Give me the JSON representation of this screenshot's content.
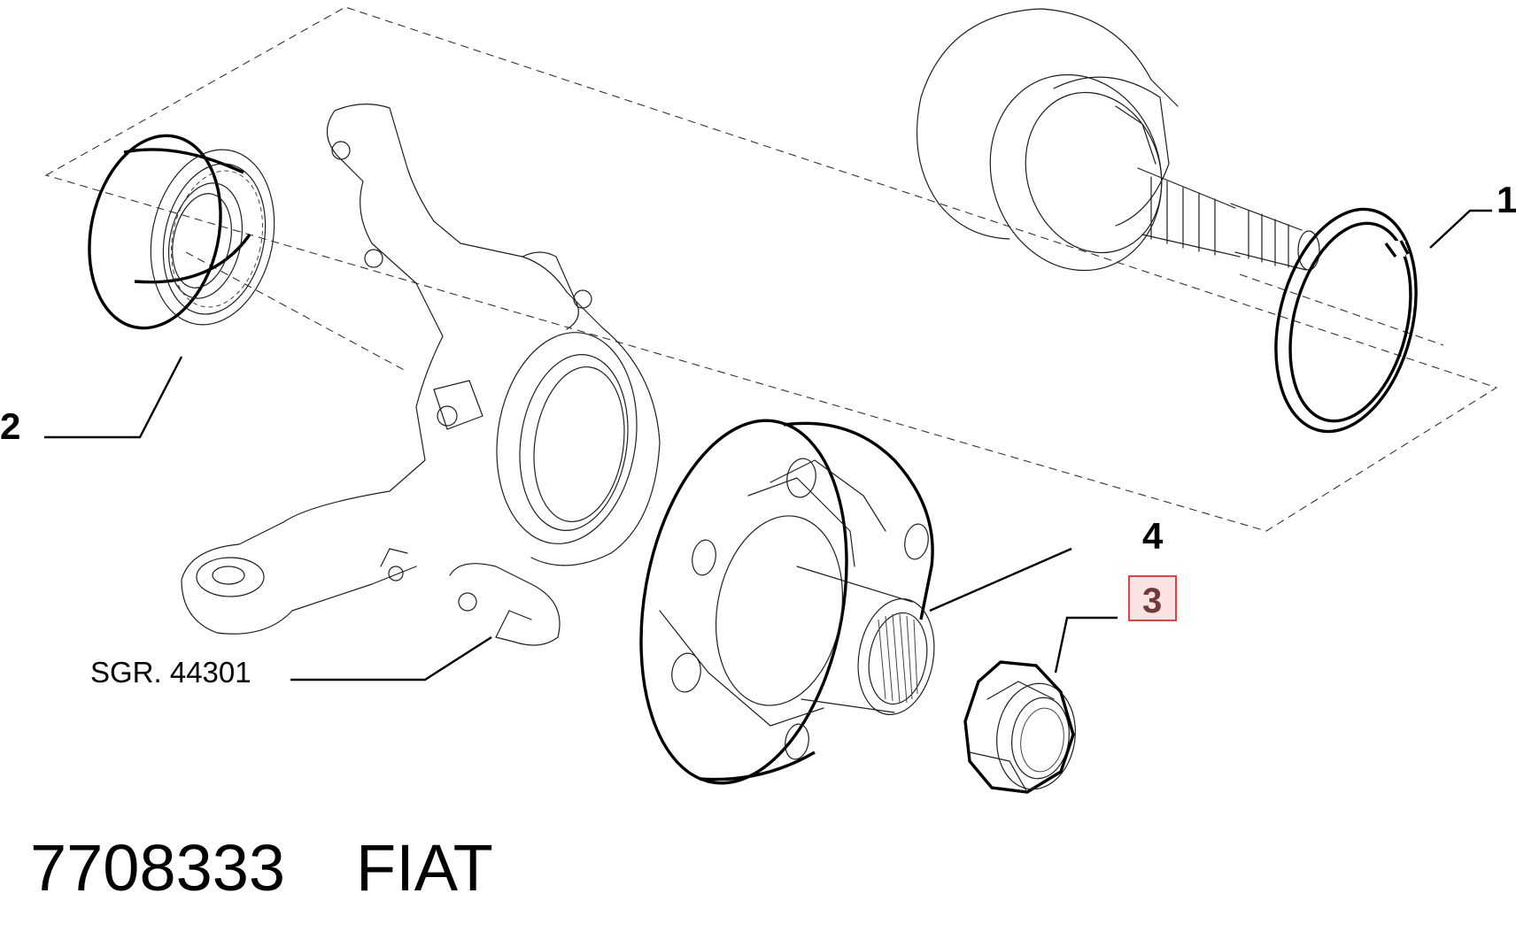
{
  "callouts": {
    "c1": "1",
    "c2": "2",
    "c3": "3",
    "c4": "4"
  },
  "highlighted_callout": "3",
  "highlight_color": "#d44444",
  "reference_label": "SGR. 44301",
  "footer": {
    "part_number": "7708333",
    "brand": "FIAT"
  }
}
